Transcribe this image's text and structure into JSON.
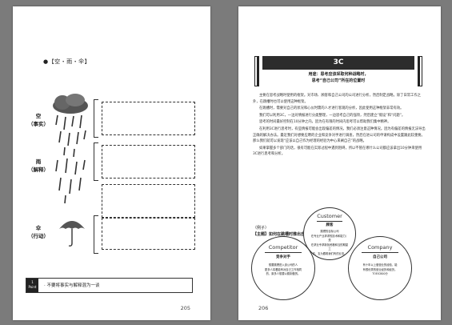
{
  "left_page": {
    "title": "●【空・雨・伞】",
    "sections": [
      {
        "label_main": "空",
        "label_sub": "（事实）"
      },
      {
        "label_main": "雨",
        "label_sub": "（解释）"
      },
      {
        "label_main": "伞",
        "label_sub": "（行动）"
      }
    ],
    "point": {
      "tag_line1": "1",
      "tag_line2": "Point",
      "text": "· 不要将事实与解释混为一谈"
    },
    "page_number": "205"
  },
  "right_page": {
    "header": "3C",
    "subtitle_line1": "用途：思考应该采取何种战略时，",
    "subtitle_line2": "思考“自己公司”所在的位置时",
    "paragraphs": [
      "主要在思考战略时使用的框架。对市场、顾客和自己公司的公司进行分析，然后制定战略。除了日常工作之外，在跳槽时也可以使用这种框架。",
      "在跳槽时，需要对自己的状况和心仪时需的人才进行客观的分析，因此使用这种框架非常有效。",
      "我们可以利用3C，一边对情报进行分类整理，一边思考自己的强项，然后建立“假设”和“问题”。",
      "思考的时间最好控制在10分钟之内，因为在有限的时间内思考可以帮助我们集中精神。",
      "在利用3C进行思考时，有些情报可能会出现偏差的情况，我们必须注意这种情况。因为有偏差的情报无法导出正确的解决办法。最近我们对想要应聘的企业和竞争对手进行调查，然后在进公司的申请构成中设置跟此较重要。那么我们就可以发现“应该以自己作为经理的经验为中心来阐自己”的战略。",
      "如果掌握多个部门的话，很有可能在实际过程中遇到阻碍，所以不管在哪什么公司都应该拿出10分钟来使用3C进行思考和分析。"
    ],
    "example_label": "（例子）",
    "topic": "【主题】如何在跳槽时推出自己的强项？",
    "circles": [
      {
        "key": "customer",
        "en": "Customer",
        "cn": "顾客",
        "desc": [
          "跳槽的目标公司",
          "在专业产业求求的技术和能力）是",
          "在求业专求新找资格和当的期望工",
          "作，支为跟着我们有的业务。"
        ]
      },
      {
        "key": "competitor",
        "en": "Competitor",
        "cn": "竞争对手",
        "desc": [
          "想要跳槽进入该公司的人",
          "更多人将看能有对自己工作相同",
          "的，原多人想要以跳制做的。"
        ]
      },
      {
        "key": "company",
        "en": "Company",
        "cn": "自己公司",
        "desc": [
          "有十年以上做营业的经验，能",
          "有很优秀的营业经历和经历。",
          "TOEIC800分"
        ]
      }
    ],
    "page_number": "206"
  }
}
